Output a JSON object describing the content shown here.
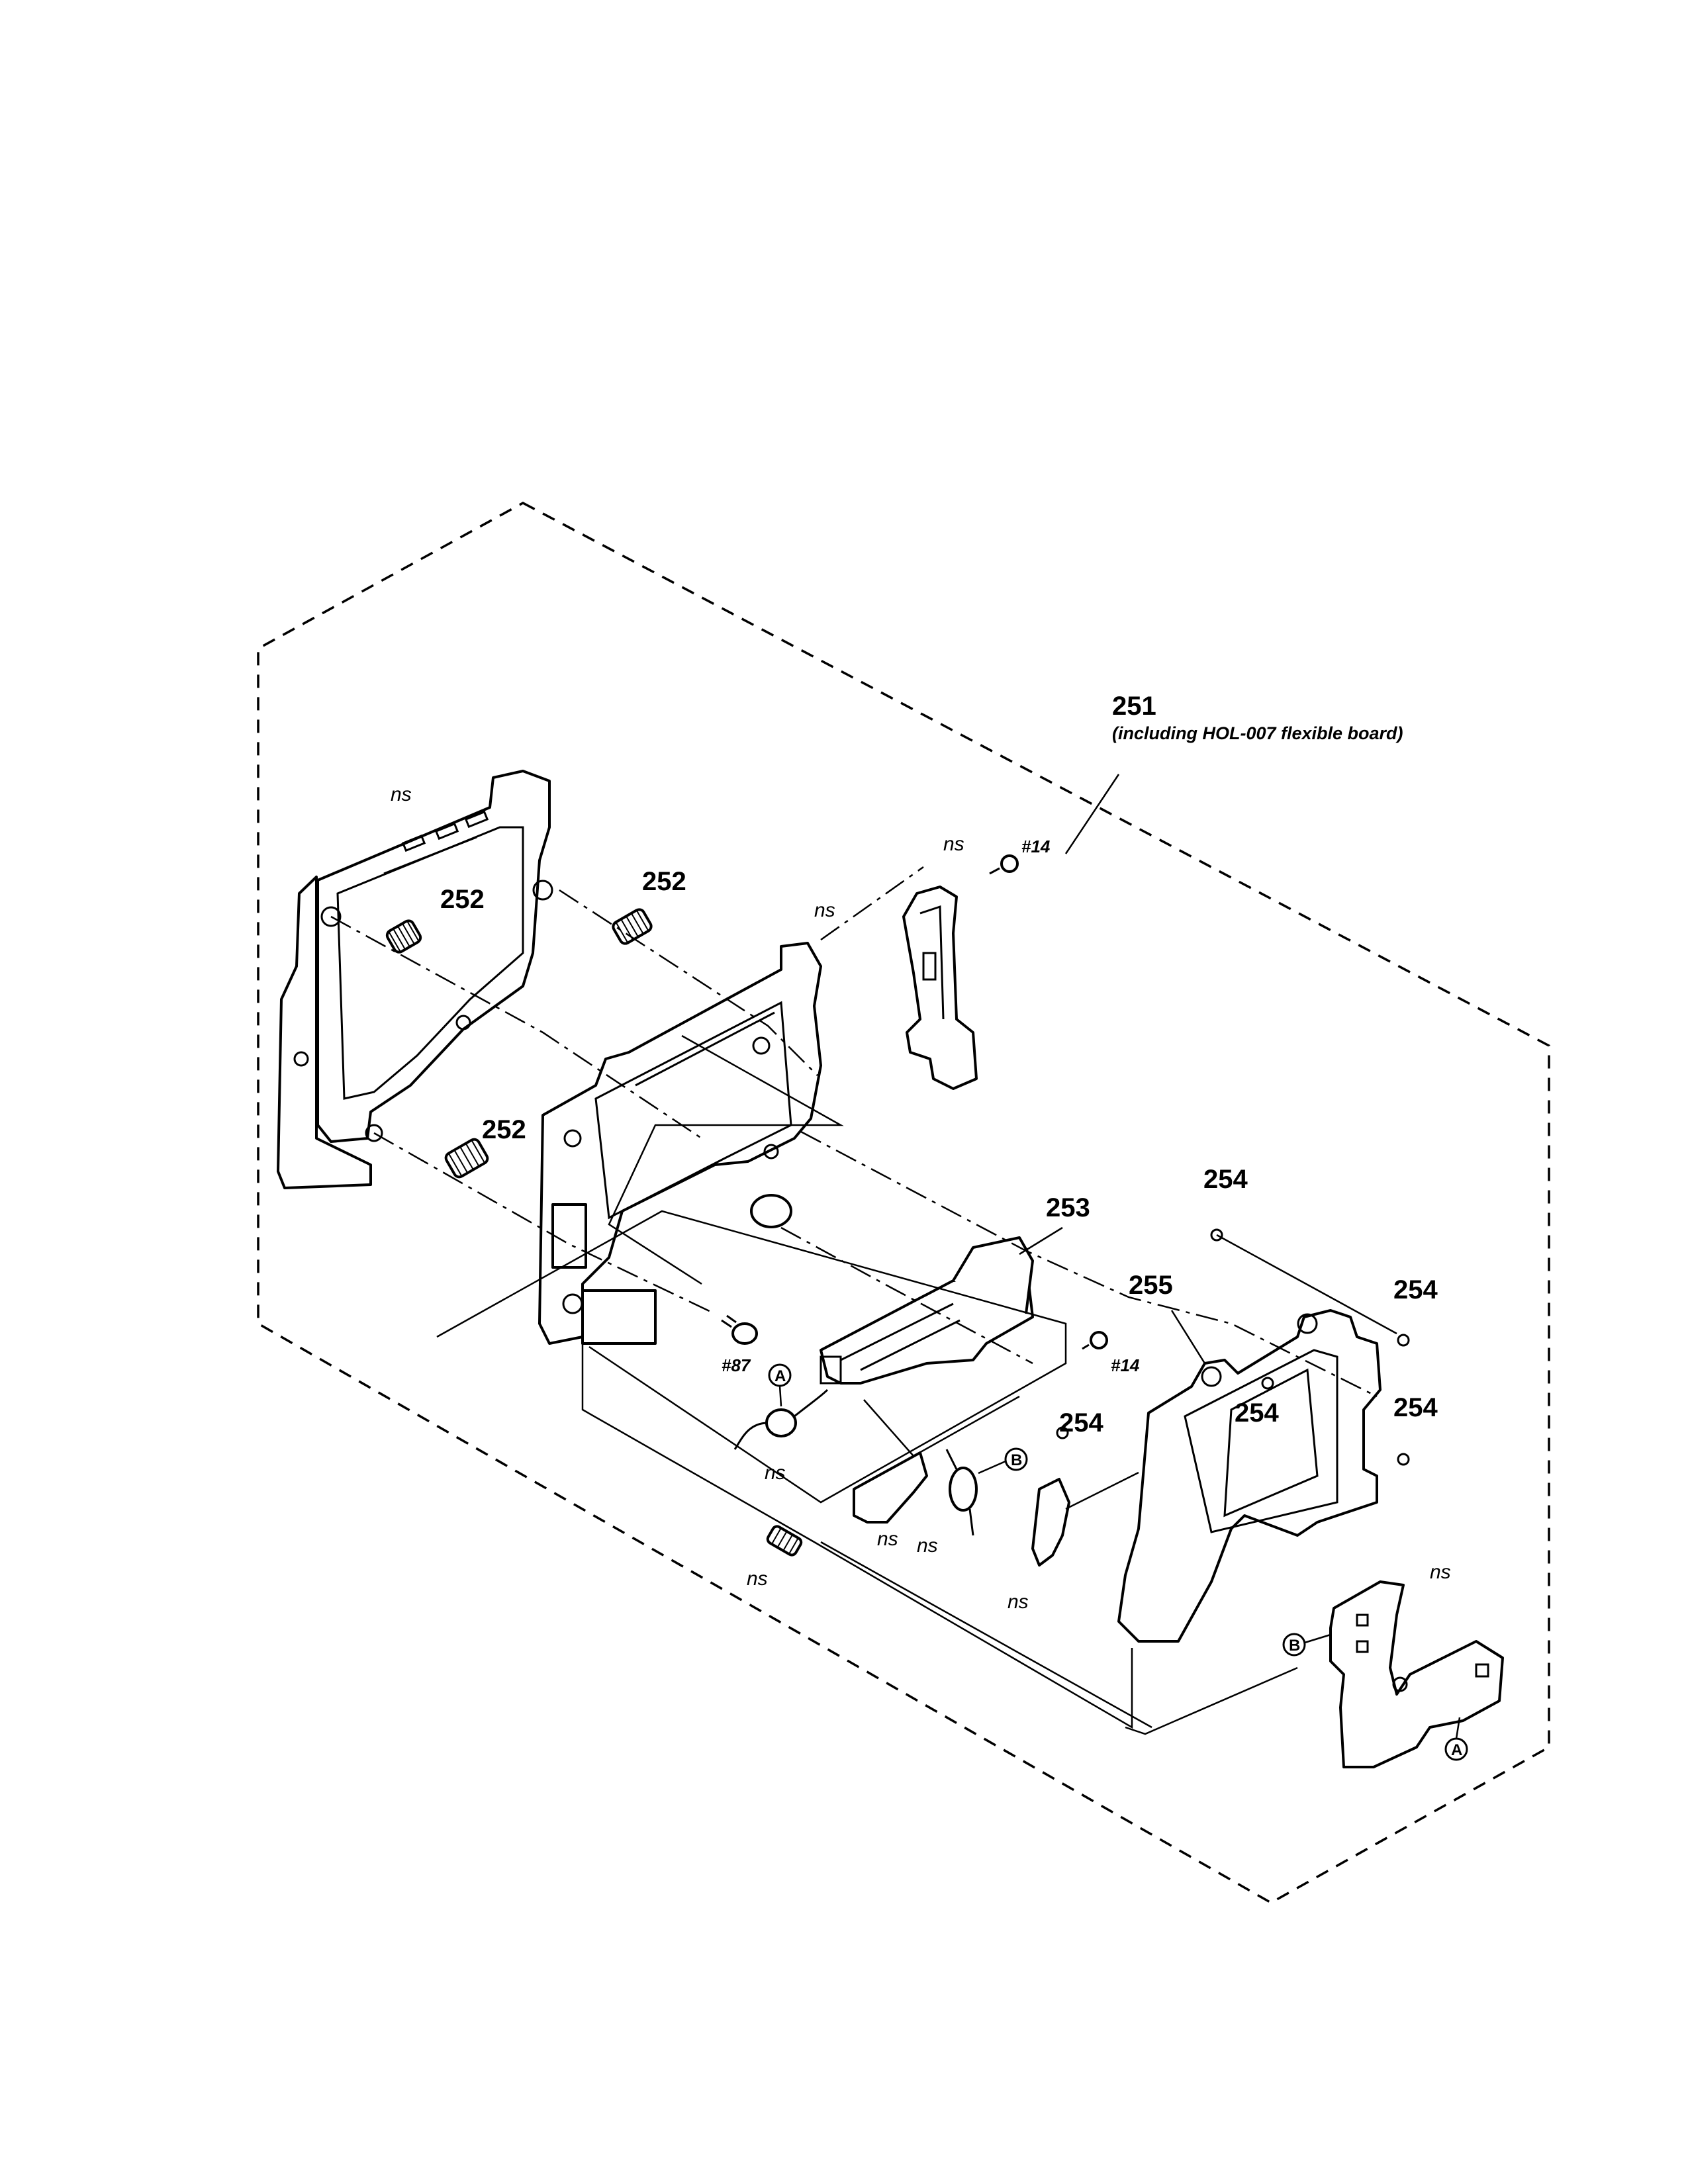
{
  "assembly": {
    "number": "251",
    "note": "(including HOL-007 flexible board)"
  },
  "labels": {
    "spring_252": "252",
    "slide_253": "253",
    "washer_254": "254",
    "frame_255": "255",
    "not_supplied": "ns",
    "screw_14": "#14",
    "screw_87": "#87",
    "ref_a": "A",
    "ref_b": "B"
  }
}
